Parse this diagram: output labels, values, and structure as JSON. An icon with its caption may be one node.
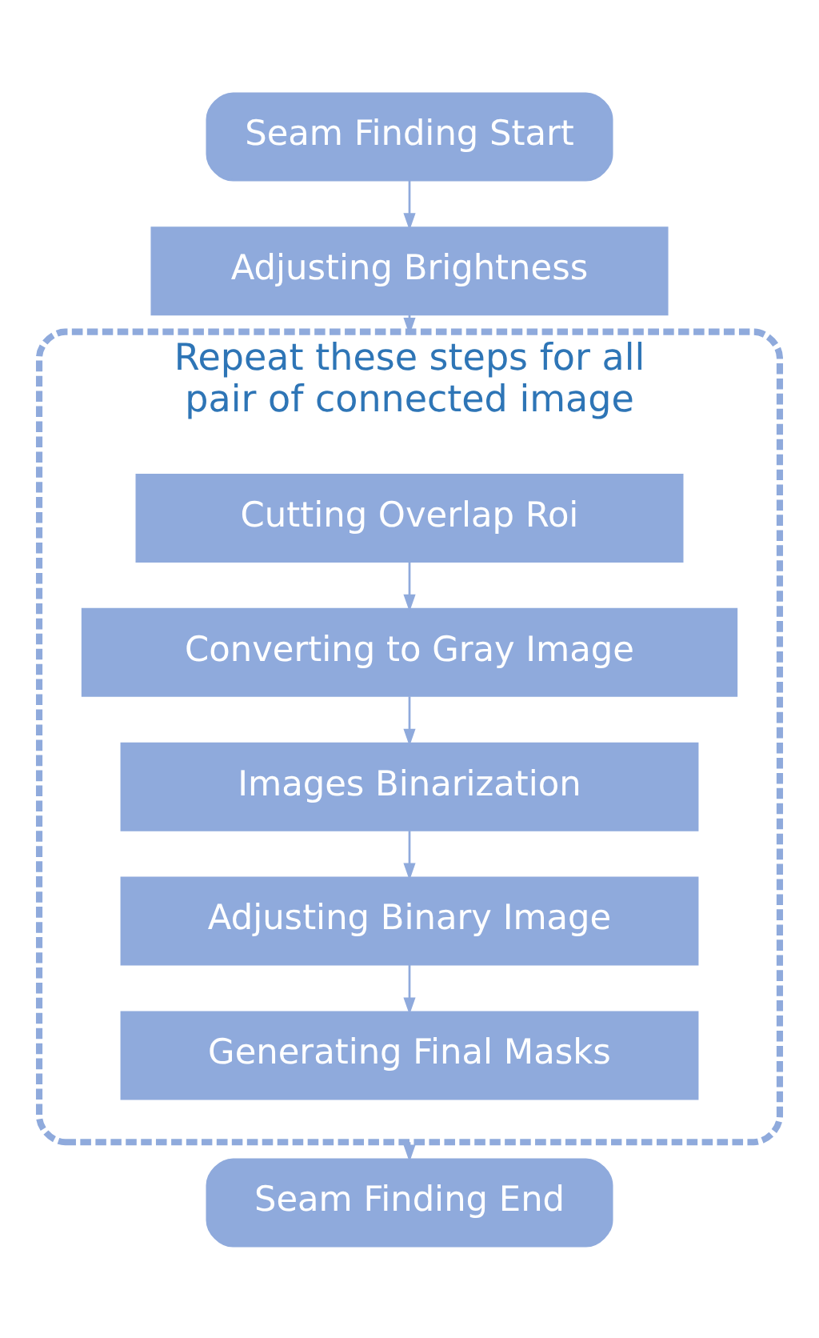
{
  "diagram": {
    "nodes": [
      {
        "text": [
          "Seam Finding Start"
        ]
      },
      {
        "text": [
          "Adjusting Brightness"
        ]
      },
      {
        "text": [
          "Repeat these steps for all pair of connected image"
        ]
      },
      {
        "text": [
          "Cutting Overlap Roi"
        ],
        "in": 2
      },
      {
        "text": [
          "Converting to Gray Image"
        ],
        "in": 2
      },
      {
        "text": [
          "Images Binarization"
        ],
        "in": 2
      },
      {
        "text": [
          "Adjusting Binary Image"
        ],
        "in": 2
      },
      {
        "text": [
          "Generating Final Masks"
        ],
        "in": 2
      },
      {
        "text": [
          "Seam Finding End"
        ]
      }
    ],
    "edges": [
      {
        "from": 0,
        "to": 1,
        "arrow": "to"
      },
      {
        "from": 1,
        "to": 2,
        "arrow": "to"
      },
      {
        "from": 3,
        "to": 4,
        "arrow": "to"
      },
      {
        "from": 4,
        "to": 5,
        "arrow": "to"
      },
      {
        "from": 5,
        "to": 6,
        "arrow": "to"
      },
      {
        "from": 6,
        "to": 7,
        "arrow": "to"
      },
      {
        "from": 2,
        "to": 8,
        "arrow": "to"
      }
    ]
  }
}
